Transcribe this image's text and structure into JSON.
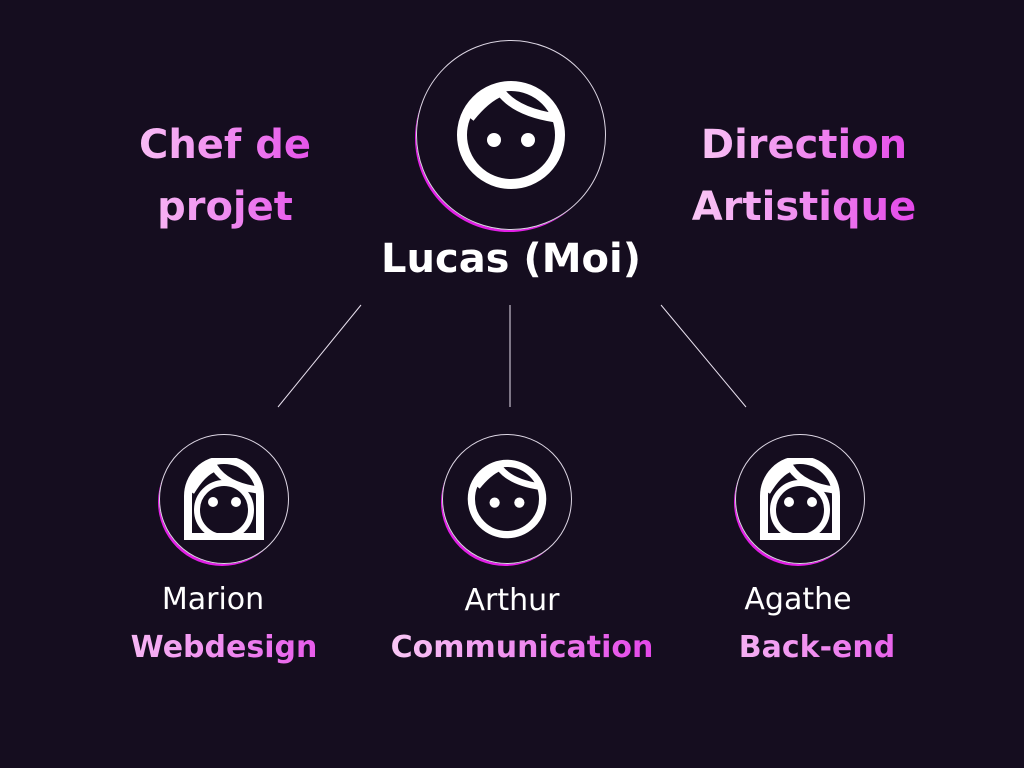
{
  "lead": {
    "name": "Lucas (Moi)",
    "role_left": [
      "Chef de",
      "projet"
    ],
    "role_right": [
      "Direction",
      "Artistique"
    ],
    "icon": "boy-face-icon"
  },
  "members": [
    {
      "name": "Marion",
      "role": "Webdesign",
      "icon": "girl-face-icon"
    },
    {
      "name": "Arthur",
      "role": "Communication",
      "icon": "boy-face-icon"
    },
    {
      "name": "Agathe",
      "role": "Back-end",
      "icon": "girl-face-icon"
    }
  ],
  "colors": {
    "background": "#150d1f",
    "accent": "#e23ce8",
    "accent_light": "#fbd0f6"
  }
}
